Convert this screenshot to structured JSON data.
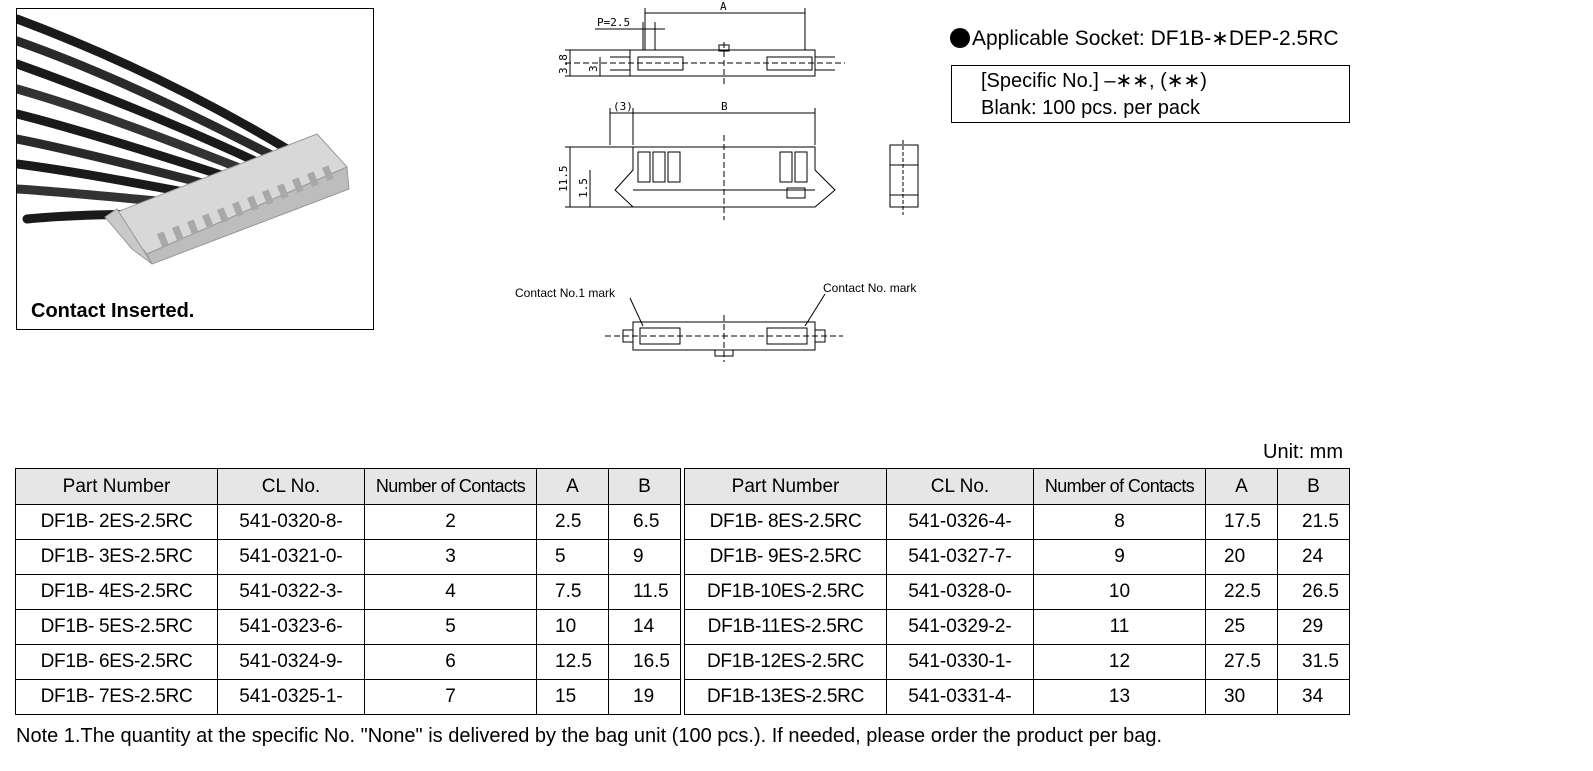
{
  "photo": {
    "caption": "Contact Inserted."
  },
  "drawing": {
    "dim_pitch": "P=2.5",
    "dim_a": "A",
    "dim_b": "B",
    "dim_3": "(3)",
    "dim_3_8": "3.8",
    "dim_3v": "3",
    "dim_11_5": "11.5",
    "dim_1_5": "1.5",
    "contact_no1_mark": "Contact No.1 mark",
    "contact_no_mark": "Contact No. mark"
  },
  "socket": {
    "label": "Applicable Socket: DF1B-∗DEP-2.5RC",
    "specific_no": "[Specific No.]  –∗∗, (∗∗)",
    "blank": "Blank: 100 pcs. per pack"
  },
  "unit": "Unit: mm",
  "table": {
    "headers": [
      "Part Number",
      "CL No.",
      "Number of Contacts",
      "A",
      "B"
    ],
    "left_rows": [
      [
        "DF1B- 2ES-2.5RC",
        "541-0320-8-",
        "2",
        "2.5",
        "6.5"
      ],
      [
        "DF1B- 3ES-2.5RC",
        "541-0321-0-",
        "3",
        "5",
        "9"
      ],
      [
        "DF1B- 4ES-2.5RC",
        "541-0322-3-",
        "4",
        "7.5",
        "11.5"
      ],
      [
        "DF1B- 5ES-2.5RC",
        "541-0323-6-",
        "5",
        "10",
        "14"
      ],
      [
        "DF1B- 6ES-2.5RC",
        "541-0324-9-",
        "6",
        "12.5",
        "16.5"
      ],
      [
        "DF1B- 7ES-2.5RC",
        "541-0325-1-",
        "7",
        "15",
        "19"
      ]
    ],
    "right_rows": [
      [
        "DF1B- 8ES-2.5RC",
        "541-0326-4-",
        "8",
        "17.5",
        "21.5"
      ],
      [
        "DF1B- 9ES-2.5RC",
        "541-0327-7-",
        "9",
        "20",
        "24"
      ],
      [
        "DF1B-10ES-2.5RC",
        "541-0328-0-",
        "10",
        "22.5",
        "26.5"
      ],
      [
        "DF1B-11ES-2.5RC",
        "541-0329-2-",
        "11",
        "25",
        "29"
      ],
      [
        "DF1B-12ES-2.5RC",
        "541-0330-1-",
        "12",
        "27.5",
        "31.5"
      ],
      [
        "DF1B-13ES-2.5RC",
        "541-0331-4-",
        "13",
        "30",
        "34"
      ]
    ]
  },
  "note": "Note 1.The quantity at the specific No. \"None\" is delivered by the bag unit (100 pcs.). If needed, please order the product per bag."
}
